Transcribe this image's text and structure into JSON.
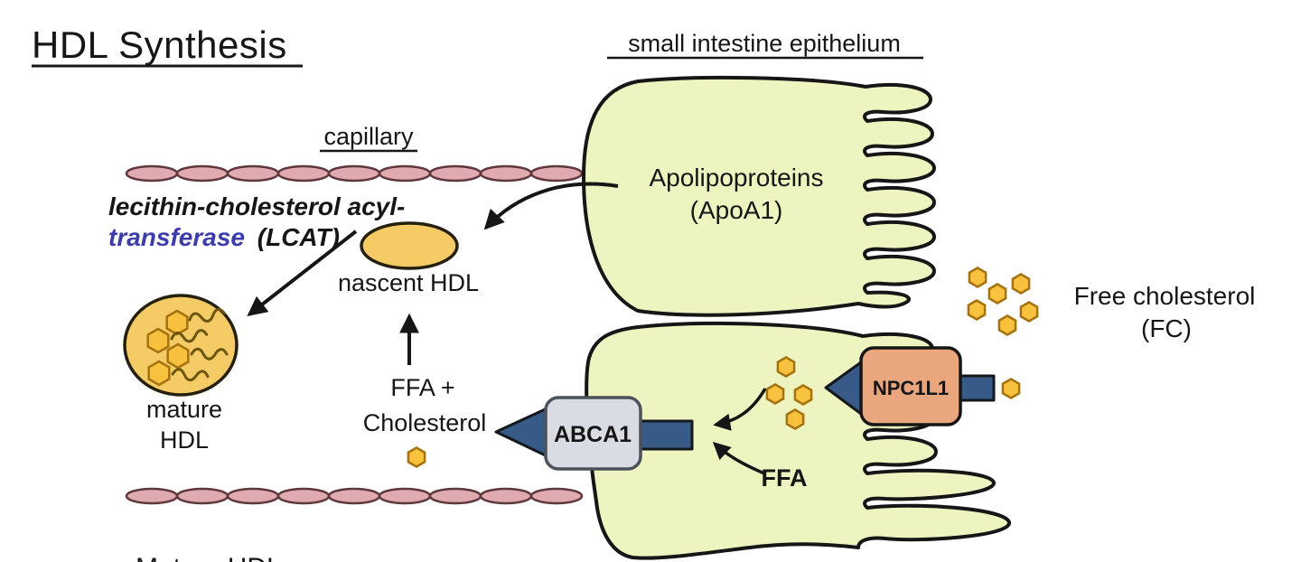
{
  "title": "HDL Synthesis",
  "labels": {
    "capillary": "capillary",
    "epithelium": "small intestine epithelium",
    "lcat_line1": "lecithin-cholesterol acyl-",
    "lcat_line2_blue": "transferase ",
    "lcat_line2_black": "(LCAT)",
    "nascent_hdl": "nascent HDL",
    "mature_hdl_line1": "mature",
    "mature_hdl_line2": "HDL",
    "apolipoproteins_line1": "Apolipoproteins",
    "apolipoproteins_line2": "(ApoA1)",
    "ffa_plus": "FFA +",
    "cholesterol": "Cholesterol",
    "ffa": "FFA",
    "abca1": "ABCA1",
    "npc1l1": "NPC1L1",
    "free_cholesterol_line1": "Free cholesterol",
    "free_cholesterol_line2": "(FC)",
    "bottom_cutoff_text": "Mature HDL"
  },
  "colors": {
    "background": "#ffffff",
    "cell_fill": "#eef4c0",
    "cell_stroke": "#161616",
    "capillary_fill": "#dfaab0",
    "capillary_stroke": "#5e383c",
    "hdl_fill": "#f4cb64",
    "hdl_stroke": "#26200f",
    "hexagon_fill": "#f9c23e",
    "hexagon_stroke": "#a5720f",
    "navy_arrow_fill": "#375a87",
    "navy_arrow_stroke": "#15181c",
    "npc1l1_fill": "#eaa77d",
    "npc1l1_stroke": "#161616",
    "abca1_fill": "#d9dce3",
    "abca1_stroke": "#4c525b",
    "lcat_text": "#3c3cab",
    "text_color": "#161616"
  }
}
